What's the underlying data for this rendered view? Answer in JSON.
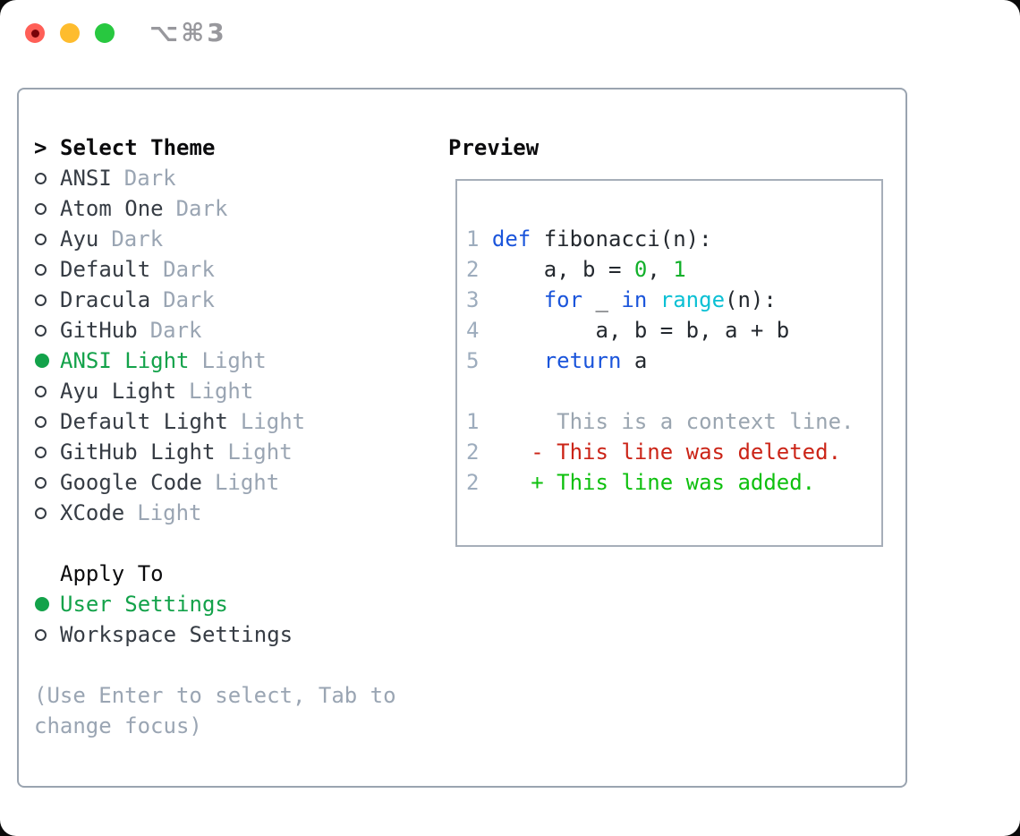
{
  "window": {
    "shortcut": "⌥⌘3"
  },
  "theme_picker": {
    "prompt": ">",
    "title": "Select Theme",
    "items": [
      {
        "name": "ANSI",
        "variant": "Dark",
        "selected": false
      },
      {
        "name": "Atom One",
        "variant": "Dark",
        "selected": false
      },
      {
        "name": "Ayu",
        "variant": "Dark",
        "selected": false
      },
      {
        "name": "Default",
        "variant": "Dark",
        "selected": false
      },
      {
        "name": "Dracula",
        "variant": "Dark",
        "selected": false
      },
      {
        "name": "GitHub",
        "variant": "Dark",
        "selected": false
      },
      {
        "name": "ANSI Light",
        "variant": "Light",
        "selected": true
      },
      {
        "name": "Ayu Light",
        "variant": "Light",
        "selected": false
      },
      {
        "name": "Default Light",
        "variant": "Light",
        "selected": false
      },
      {
        "name": "GitHub Light",
        "variant": "Light",
        "selected": false
      },
      {
        "name": "Google Code",
        "variant": "Light",
        "selected": false
      },
      {
        "name": "XCode",
        "variant": "Light",
        "selected": false
      }
    ]
  },
  "apply_to": {
    "title": "Apply To",
    "options": [
      {
        "name": "User Settings",
        "selected": true
      },
      {
        "name": "Workspace Settings",
        "selected": false
      }
    ]
  },
  "hint": "(Use Enter to select, Tab to change focus)",
  "preview": {
    "title": "Preview",
    "lines": [
      {
        "segments": [
          {
            "t": "1 ",
            "c": "num"
          },
          {
            "t": "def ",
            "c": "kw"
          },
          {
            "t": "fibonacci(n):",
            "c": "fg"
          }
        ]
      },
      {
        "segments": [
          {
            "t": "2 ",
            "c": "num"
          },
          {
            "t": "    a, b = ",
            "c": "fg"
          },
          {
            "t": "0",
            "c": "lit"
          },
          {
            "t": ", ",
            "c": "fg"
          },
          {
            "t": "1",
            "c": "lit"
          }
        ]
      },
      {
        "segments": [
          {
            "t": "3 ",
            "c": "num"
          },
          {
            "t": "    ",
            "c": "fg"
          },
          {
            "t": "for",
            "c": "kw"
          },
          {
            "t": " _ ",
            "c": "fg"
          },
          {
            "t": "in",
            "c": "kw"
          },
          {
            "t": " ",
            "c": "fg"
          },
          {
            "t": "range",
            "c": "fn"
          },
          {
            "t": "(n):",
            "c": "fg"
          }
        ]
      },
      {
        "segments": [
          {
            "t": "4 ",
            "c": "num"
          },
          {
            "t": "        a, b = b, a + b",
            "c": "fg"
          }
        ]
      },
      {
        "segments": [
          {
            "t": "5 ",
            "c": "num"
          },
          {
            "t": "    ",
            "c": "fg"
          },
          {
            "t": "return",
            "c": "kw"
          },
          {
            "t": " a",
            "c": "fg"
          }
        ]
      },
      {
        "segments": []
      },
      {
        "segments": [
          {
            "t": "1",
            "c": "num"
          },
          {
            "t": "      ",
            "c": "fg"
          },
          {
            "t": "This is a context line.",
            "c": "ctx"
          }
        ]
      },
      {
        "segments": [
          {
            "t": "2",
            "c": "num"
          },
          {
            "t": "    ",
            "c": "fg"
          },
          {
            "t": "- This line was deleted.",
            "c": "del"
          }
        ]
      },
      {
        "segments": [
          {
            "t": "2",
            "c": "num"
          },
          {
            "t": "    ",
            "c": "fg"
          },
          {
            "t": "+ This line was added.",
            "c": "add"
          }
        ]
      }
    ]
  },
  "colors": {
    "selection_green": "#13a24a",
    "text_dark": "#363c44",
    "text_black": "#0b0b0d",
    "muted_gray": "#9aa5b3",
    "hint_gray": "#9aa5b3",
    "border_gray": "#9aa4b0",
    "preview_border": "#a6aeb9",
    "code_fg": "#24292f",
    "keyword_blue": "#1b55db",
    "function_cyan": "#0bc0d4",
    "literal_green": "#12b02a",
    "line_number": "#9dacbd",
    "context_gray": "#9aa5b0",
    "deleted_red": "#cb2417",
    "added_green": "#0ec00e",
    "tl_red": "#ff5f57",
    "tl_red_dot": "#7a0308",
    "tl_yellow": "#febc2e",
    "tl_green": "#28c840",
    "shortcut_gray": "#98989d"
  }
}
